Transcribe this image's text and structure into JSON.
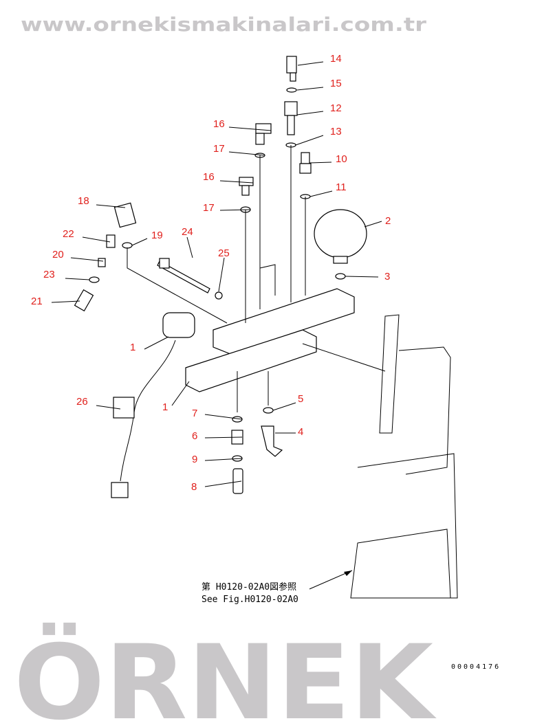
{
  "watermark": {
    "brand": "ÖRNEK",
    "site": "www.ornekismakinalari.com.tr"
  },
  "callouts": [
    {
      "id": "14"
    },
    {
      "id": "15"
    },
    {
      "id": "12"
    },
    {
      "id": "16"
    },
    {
      "id": "13"
    },
    {
      "id": "17"
    },
    {
      "id": "10"
    },
    {
      "id": "16"
    },
    {
      "id": "11"
    },
    {
      "id": "17"
    },
    {
      "id": "18"
    },
    {
      "id": "2"
    },
    {
      "id": "22"
    },
    {
      "id": "19"
    },
    {
      "id": "24"
    },
    {
      "id": "20"
    },
    {
      "id": "25"
    },
    {
      "id": "23"
    },
    {
      "id": "3"
    },
    {
      "id": "21"
    },
    {
      "id": "1"
    },
    {
      "id": "26"
    },
    {
      "id": "1"
    },
    {
      "id": "5"
    },
    {
      "id": "7"
    },
    {
      "id": "4"
    },
    {
      "id": "6"
    },
    {
      "id": "9"
    },
    {
      "id": "8"
    }
  ],
  "reference": {
    "line1": "第 H0120-02A0図参照",
    "line2": "See Fig.H0120-02A0"
  },
  "drawing_code": "00004176",
  "colors": {
    "callout": "#e0201c",
    "watermark": "#c9c7c9"
  }
}
